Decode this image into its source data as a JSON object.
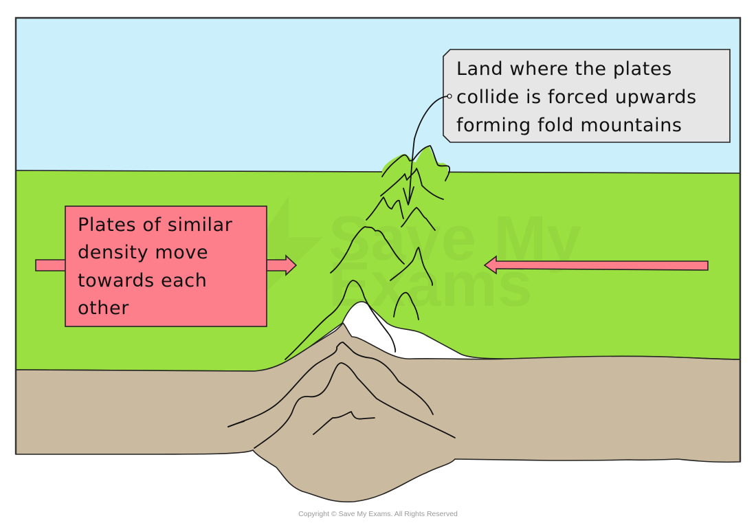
{
  "diagram": {
    "topic": "Fold mountains formed at a collision plate boundary",
    "labels": {
      "callout": {
        "lines": [
          "Land where the plates",
          "collide is forced upwards",
          "forming fold mountains"
        ]
      },
      "plates_box": {
        "lines": [
          "Plates of similar",
          "density move",
          "towards each",
          "other"
        ]
      }
    },
    "arrows": {
      "left_arrow_direction": "right",
      "right_arrow_direction": "left"
    },
    "watermark": {
      "lines": [
        "Save My",
        "Exams"
      ]
    },
    "copyright": "Copyright © Save My Exams. All Rights Reserved",
    "colors": {
      "sky": "#cbeffb",
      "land": "#9be041",
      "crust": "#cabba0",
      "arrow": "#fe7f8c",
      "callout_bg": "#e6e6e6",
      "outline": "#222222"
    }
  }
}
